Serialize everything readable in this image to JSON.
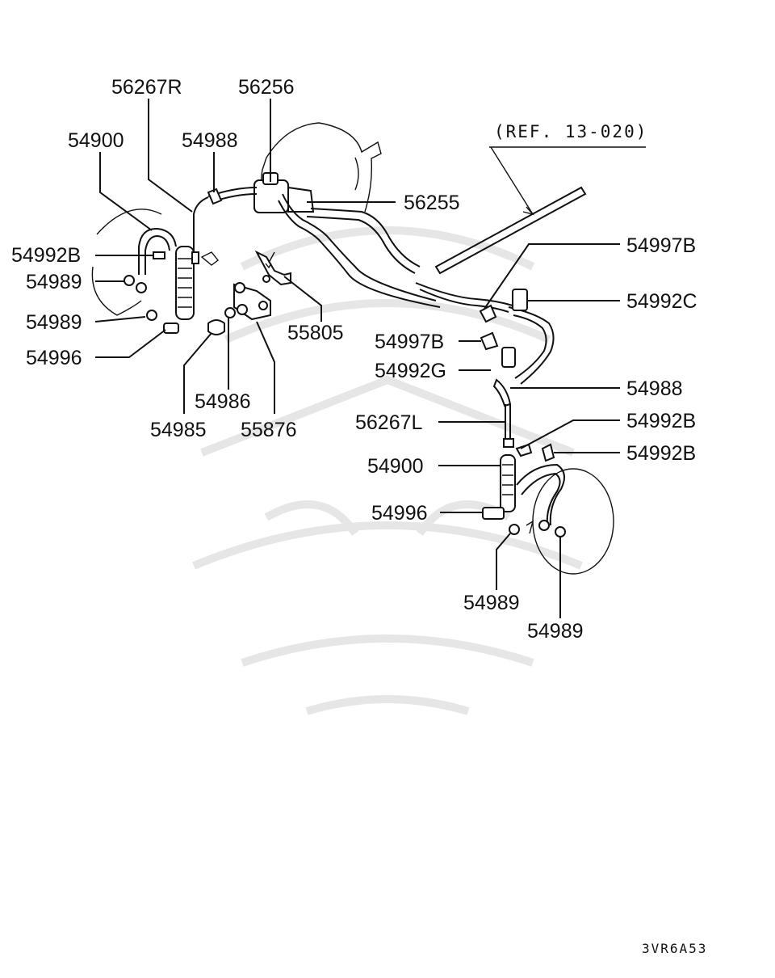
{
  "callouts": {
    "l56267R": "56267R",
    "l56256": "56256",
    "l54900_left": "54900",
    "l54988_left": "54988",
    "l56255": "56255",
    "l54992B_left": "54992B",
    "l54989_left_a": "54989",
    "l54989_left_b": "54989",
    "l54996_left": "54996",
    "l54985": "54985",
    "l54986": "54986",
    "l55876": "55876",
    "l55805": "55805",
    "l54997B_top": "54997B",
    "l54992C": "54992C",
    "l54997B_mid": "54997B",
    "l54992G": "54992G",
    "l54988_right": "54988",
    "l56267L": "56267L",
    "l54992B_right_a": "54992B",
    "l54992B_right_b": "54992B",
    "l54900_right": "54900",
    "l54996_right": "54996",
    "l54989_right_a": "54989",
    "l54989_right_b": "54989"
  },
  "reference": "(REF. 13-020)",
  "diagram_code": "3VR6A53"
}
